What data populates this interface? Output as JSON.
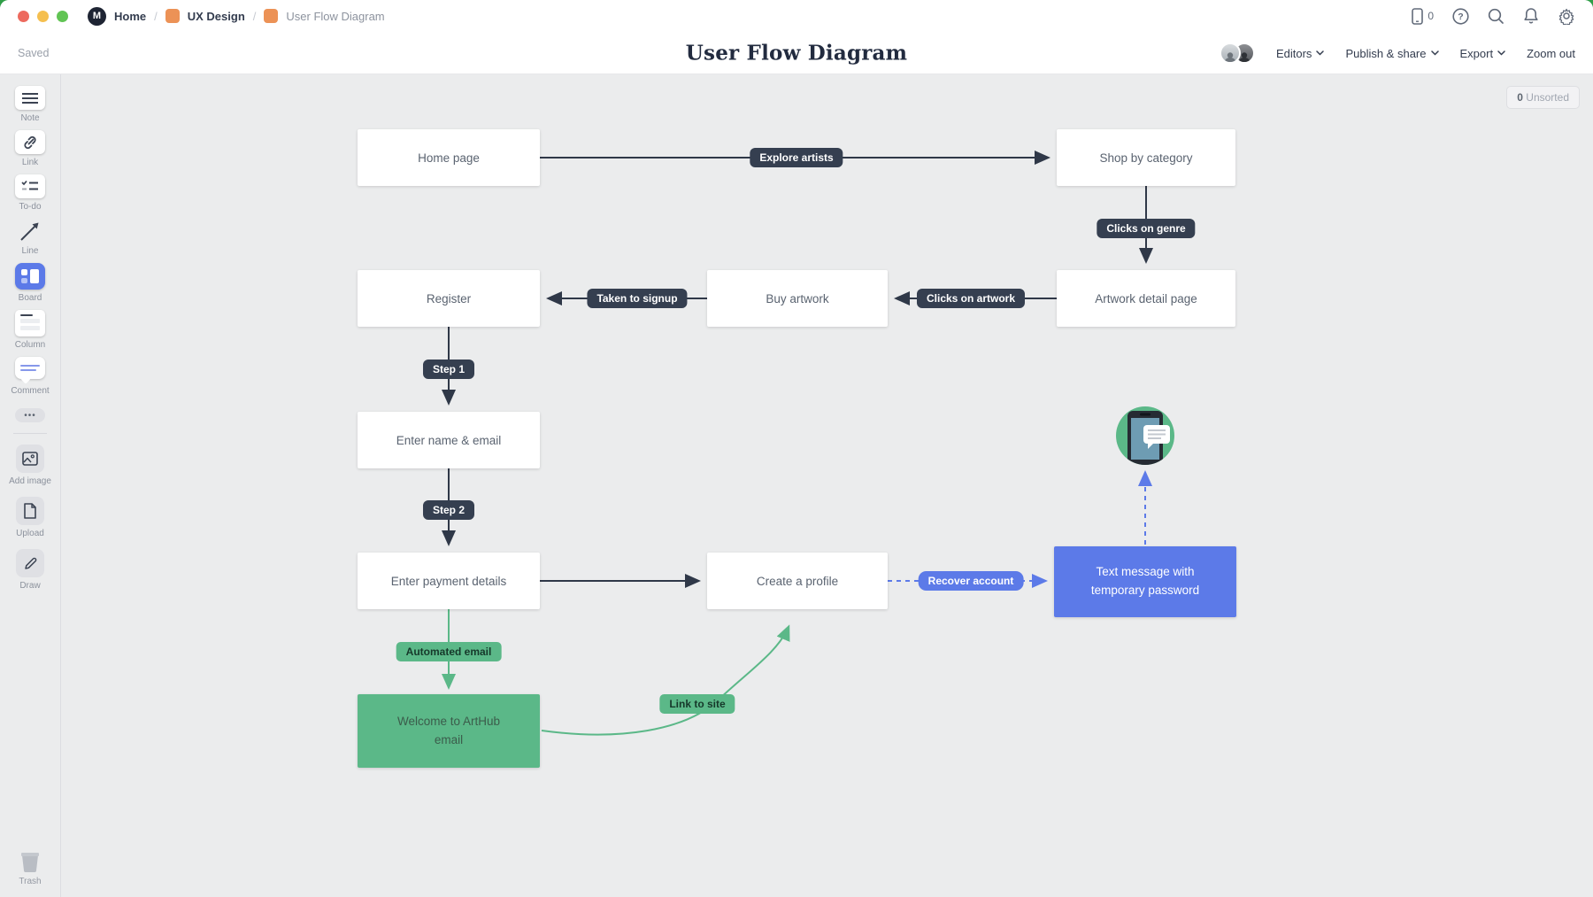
{
  "breadcrumb": {
    "logo_letter": "M",
    "home": "Home",
    "sep1": "/",
    "sep2": "/",
    "parent_board": "UX Design",
    "current": "User Flow Diagram"
  },
  "topbar": {
    "device_count": "0"
  },
  "toolbar": {
    "saved": "Saved",
    "title": "User Flow Diagram",
    "editors": "Editors",
    "publish": "Publish & share",
    "export": "Export",
    "zoom_out": "Zoom out"
  },
  "sidebar": {
    "tools": {
      "note": "Note",
      "link": "Link",
      "todo": "To-do",
      "line": "Line",
      "board": "Board",
      "column": "Column",
      "comment": "Comment"
    },
    "more": "•••",
    "tools2": {
      "add_image": "Add image",
      "upload": "Upload",
      "draw": "Draw"
    },
    "trash": "Trash"
  },
  "canvas": {
    "unsorted_count": "0",
    "unsorted_label": "Unsorted",
    "nodes": {
      "home": "Home page",
      "shop": "Shop by category",
      "register": "Register",
      "buy": "Buy artwork",
      "artwork": "Artwork detail page",
      "name_email": "Enter name & email",
      "payment": "Enter payment details",
      "profile": "Create a profile",
      "text_message": "Text message with temporary password",
      "welcome": "Welcome to ArtHub email"
    },
    "labels": {
      "explore": "Explore artists",
      "genre": "Clicks on genre",
      "clicks_artwork": "Clicks on artwork",
      "taken_signup": "Taken to signup",
      "step1": "Step 1",
      "step2": "Step 2",
      "recover": "Recover account",
      "automated": "Automated email",
      "link_site": "Link to site"
    }
  },
  "colors": {
    "accent_blue": "#5c7ae8",
    "green": "#5bb888",
    "dark_navy": "#353f50",
    "orange": "#ec9256",
    "traffic_red": "#ed6a5e",
    "traffic_yellow": "#f5bf4f",
    "traffic_green": "#61c454"
  }
}
